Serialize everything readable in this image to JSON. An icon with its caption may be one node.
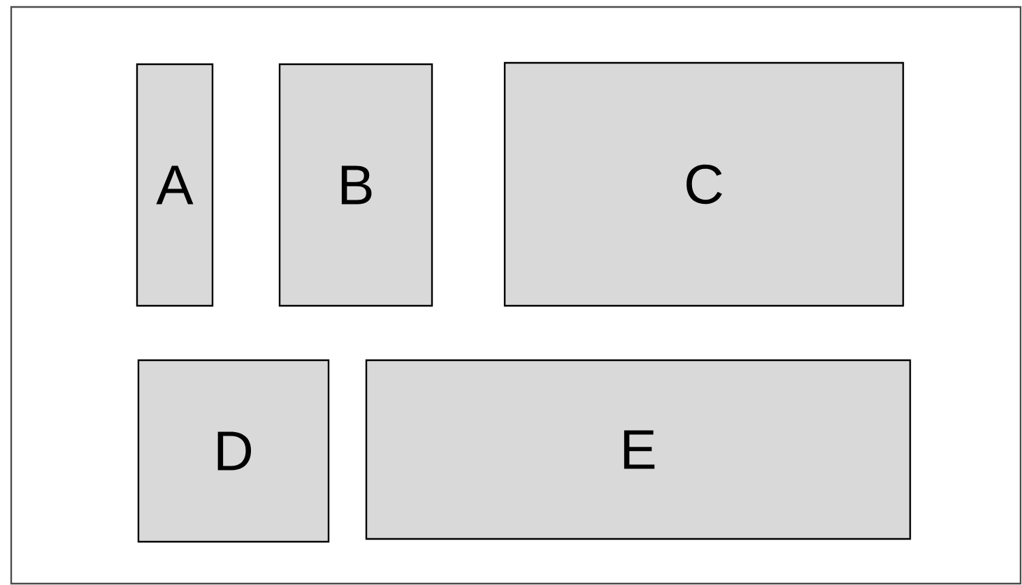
{
  "diagram": {
    "nodes": [
      {
        "text": [
          "A"
        ]
      },
      {
        "text": [
          "B"
        ]
      },
      {
        "text": [
          "C"
        ]
      },
      {
        "text": [
          "D"
        ]
      },
      {
        "text": [
          "E"
        ]
      }
    ]
  }
}
